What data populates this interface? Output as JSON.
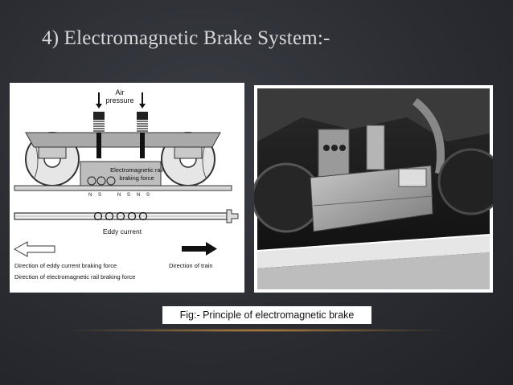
{
  "slide": {
    "title": "4) Electromagnetic Brake System:-",
    "caption": "Fig:- Principle of electromagnetic brake"
  },
  "diagram": {
    "air_pressure_line1": "Air",
    "air_pressure_line2": "pressure",
    "em_label_line1": "Electromagnetic rail",
    "em_label_line2": "braking force",
    "poles": [
      "N",
      "S",
      "N",
      "S",
      "N",
      "S"
    ],
    "eddy_current": "Eddy current",
    "dir_eddy": "Direction of eddy current braking force",
    "dir_em": "Direction of electromagnetic rail braking force",
    "dir_train": "Direction of train"
  }
}
